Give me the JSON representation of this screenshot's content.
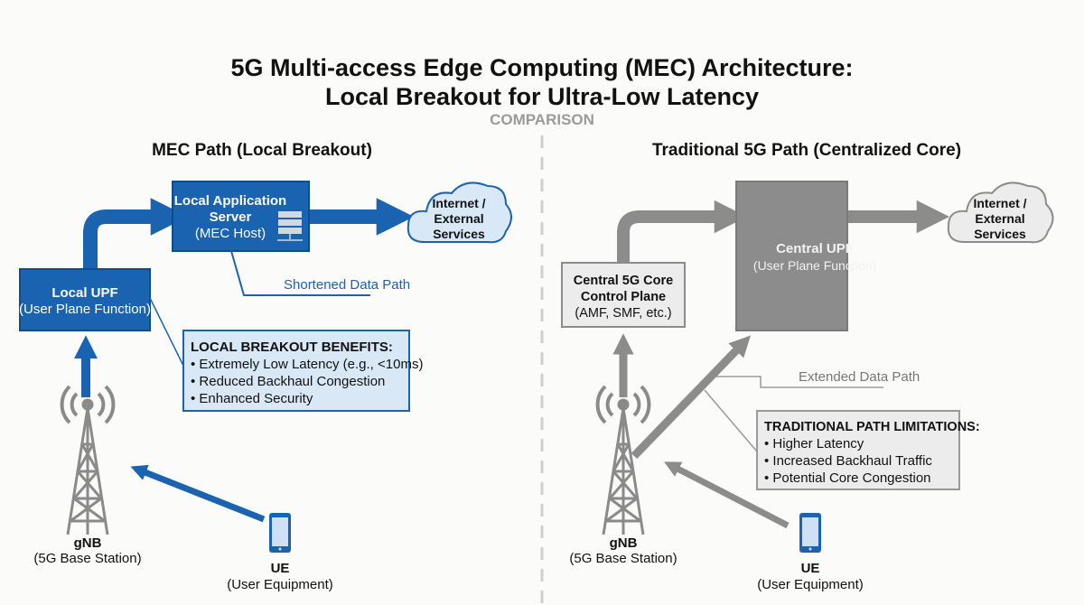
{
  "title": {
    "line1": "5G Multi-access Edge Computing (MEC) Architecture:",
    "line2": "Local Breakout for Ultra-Low Latency"
  },
  "comparison_label": "COMPARISON",
  "colors": {
    "mec_blue": "#1a63b0",
    "mec_light": "#d9e8f7",
    "trad_gray": "#8c8c8c",
    "trad_light": "#ececec"
  },
  "mec": {
    "heading": "MEC Path (Local Breakout)",
    "server": {
      "line1": "Local Application",
      "line2": "Server",
      "line3": "(MEC Host)",
      "icon": "server-icon"
    },
    "cloud": {
      "line1": "Internet /",
      "line2": "External",
      "line3": "Services"
    },
    "upf": {
      "line1": "Local UPF",
      "line2": "(User Plane Function)"
    },
    "path_label": "Shortened Data Path",
    "benefits": {
      "title": "LOCAL BREAKOUT BENEFITS:",
      "items": [
        "• Extremely Low Latency (e.g., <10ms)",
        "• Reduced Backhaul Congestion",
        "• Enhanced Security"
      ]
    },
    "gnb": {
      "name": "gNB",
      "desc": "(5G Base Station)"
    },
    "ue": {
      "name": "UE",
      "desc": "(User Equipment)"
    }
  },
  "traditional": {
    "heading": "Traditional 5G Path (Centralized Core)",
    "core": {
      "line1": "Central 5G Core",
      "line2": "Control Plane",
      "line3": "(AMF, SMF, etc.)"
    },
    "upf": {
      "line1": "Central UPF",
      "line2": "(User Plane Function)"
    },
    "cloud": {
      "line1": "Internet /",
      "line2": "External",
      "line3": "Services"
    },
    "path_label": "Extended Data Path",
    "limitations": {
      "title": "TRADITIONAL PATH LIMITATIONS:",
      "items": [
        "• Higher Latency",
        "• Increased Backhaul Traffic",
        "• Potential Core Congestion"
      ]
    },
    "gnb": {
      "name": "gNB",
      "desc": "(5G Base Station)"
    },
    "ue": {
      "name": "UE",
      "desc": "(User Equipment)"
    }
  }
}
